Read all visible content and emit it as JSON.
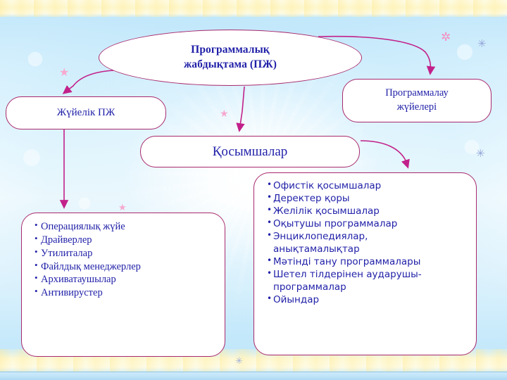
{
  "slide": {
    "title": "Программалық жабдықтама (ПЖ)",
    "palette": {
      "border": "#a8296e",
      "connector": "#b8267c",
      "text": "#1f1fa8",
      "node_fill": "#ffffff",
      "background_top": "#bfe6fa",
      "background_mid": "#eaf8fe",
      "band": "#fdf6c8"
    }
  },
  "nodes": {
    "root": {
      "label": "Программалық\nжабдықтама (ПЖ)",
      "line1": "Программалық",
      "line2": "жабдықтама (ПЖ)",
      "shape": "ellipse"
    },
    "system_software": {
      "label": "Жүйелік ПЖ",
      "shape": "rounded-rect"
    },
    "programming_systems": {
      "label": "Программалау\nжүйелері",
      "line1": "Программалау",
      "line2": "жүйелері",
      "shape": "rounded-rect"
    },
    "applications": {
      "label": "Қосымшалар",
      "shape": "rounded-rect"
    },
    "system_software_list": {
      "shape": "rounded-rect",
      "items": [
        "Операциялық жүйе",
        "Драйверлер",
        "Утилиталар",
        "Файлдық менеджерлер",
        "Архиватаушылар",
        "Антивирустер"
      ]
    },
    "applications_list": {
      "shape": "rounded-rect",
      "items": [
        "Офистік қосымшалар",
        "Деректер қоры",
        "Желілік қосымшалар",
        "Оқытушы программалар",
        "Энциклопедиялар,\nанықтамалықтар",
        "Мәтінді тану программалары",
        "Шетел тілдерінен аударушы-\nпрограммалар",
        "Ойындар"
      ]
    }
  },
  "connectors": [
    {
      "name": "root-to-system-software",
      "from": "root",
      "to": "system_software"
    },
    {
      "name": "root-to-applications",
      "from": "root",
      "to": "applications"
    },
    {
      "name": "root-to-programming-systems",
      "from": "root",
      "to": "programming_systems"
    },
    {
      "name": "system-software-to-list",
      "from": "system_software",
      "to": "system_software_list"
    },
    {
      "name": "applications-to-list",
      "from": "applications",
      "to": "applications_list"
    }
  ],
  "decorations": {
    "sparkles": [
      {
        "glyph": "✳",
        "color": "#8f9fd4"
      },
      {
        "glyph": "★",
        "color": "#f7a8cf"
      },
      {
        "glyph": "✲",
        "color": "#f58fc0"
      }
    ]
  }
}
